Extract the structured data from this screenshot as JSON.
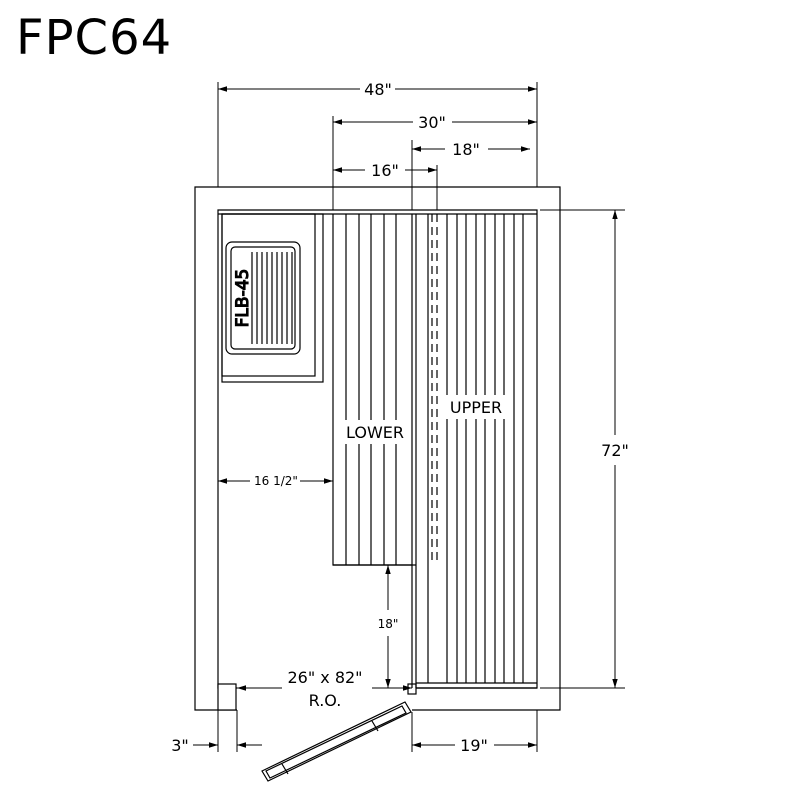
{
  "title": "FPC64",
  "dimensions": {
    "overall_width": "48\"",
    "bench_width": "30\"",
    "lower_bench": "16\"",
    "upper_bench": "18\"",
    "depth": "72\"",
    "left_clearance": "16 1/2\"",
    "bench_to_door": "18\"",
    "door_ro_size": "26\" x 82\"",
    "door_ro_label": "R.O.",
    "wall_offset": "3\"",
    "right_wall_section": "19\""
  },
  "labels": {
    "heater": "FLB-45",
    "lower": "LOWER",
    "upper": "UPPER"
  }
}
